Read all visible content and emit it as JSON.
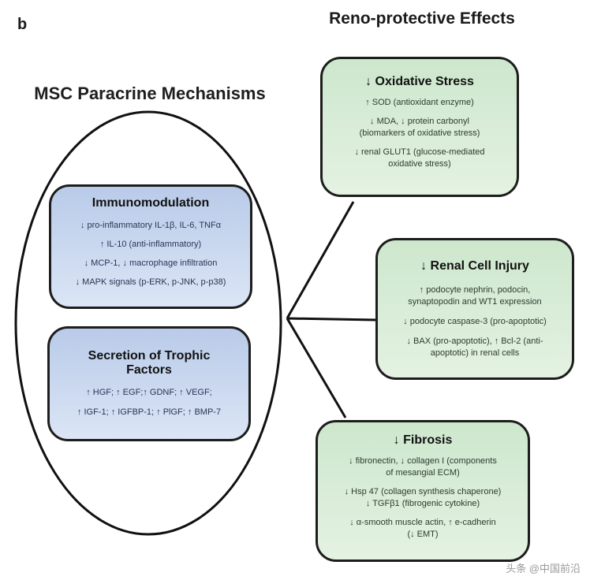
{
  "panel_letter": "b",
  "left_title": "MSC Paracrine Mechanisms",
  "right_title": "Reno-protective Effects",
  "immunomodulation": {
    "title": "Immunomodulation",
    "lines": [
      "↓ pro-inflammatory IL-1β, IL-6, TNFα",
      "↑ IL-10 (anti-inflammatory)",
      "↓ MCP-1, ↓ macrophage infiltration",
      "↓ MAPK signals (p-ERK, p-JNK, p-p38)"
    ]
  },
  "trophic": {
    "title_line1": "Secretion of Trophic",
    "title_line2": "Factors",
    "lines": [
      "↑ HGF; ↑ EGF;↑ GDNF; ↑ VEGF;",
      "↑ IGF-1; ↑ IGFBP-1; ↑ PlGF; ↑ BMP-7"
    ]
  },
  "oxidative": {
    "title": "↓ Oxidative Stress",
    "lines": [
      "↑ SOD (antioxidant enzyme)",
      "↓ MDA, ↓ protein carbonyl",
      "(biomarkers of oxidative stress)",
      "↓ renal GLUT1 (glucose-mediated",
      "oxidative stress)"
    ]
  },
  "renal": {
    "title": "↓ Renal Cell Injury",
    "lines": [
      "↑ podocyte nephrin, podocin,",
      "synaptopodin and WT1 expression",
      "↓ podocyte caspase-3 (pro-apoptotic)",
      "↓ BAX (pro-apoptotic), ↑ Bcl-2 (anti-",
      "apoptotic) in renal cells"
    ]
  },
  "fibrosis": {
    "title": "↓ Fibrosis",
    "lines": [
      "↓ fibronectin, ↓ collagen I  (components",
      "of mesangial ECM)",
      "↓ Hsp 47 (collagen synthesis chaperone)",
      "↓ TGFβ1 (fibrogenic cytokine)",
      "↓ α-smooth muscle actin, ↑ e-cadherin",
      "(↓ EMT)"
    ]
  },
  "watermark": "头条 @中国前沿"
}
